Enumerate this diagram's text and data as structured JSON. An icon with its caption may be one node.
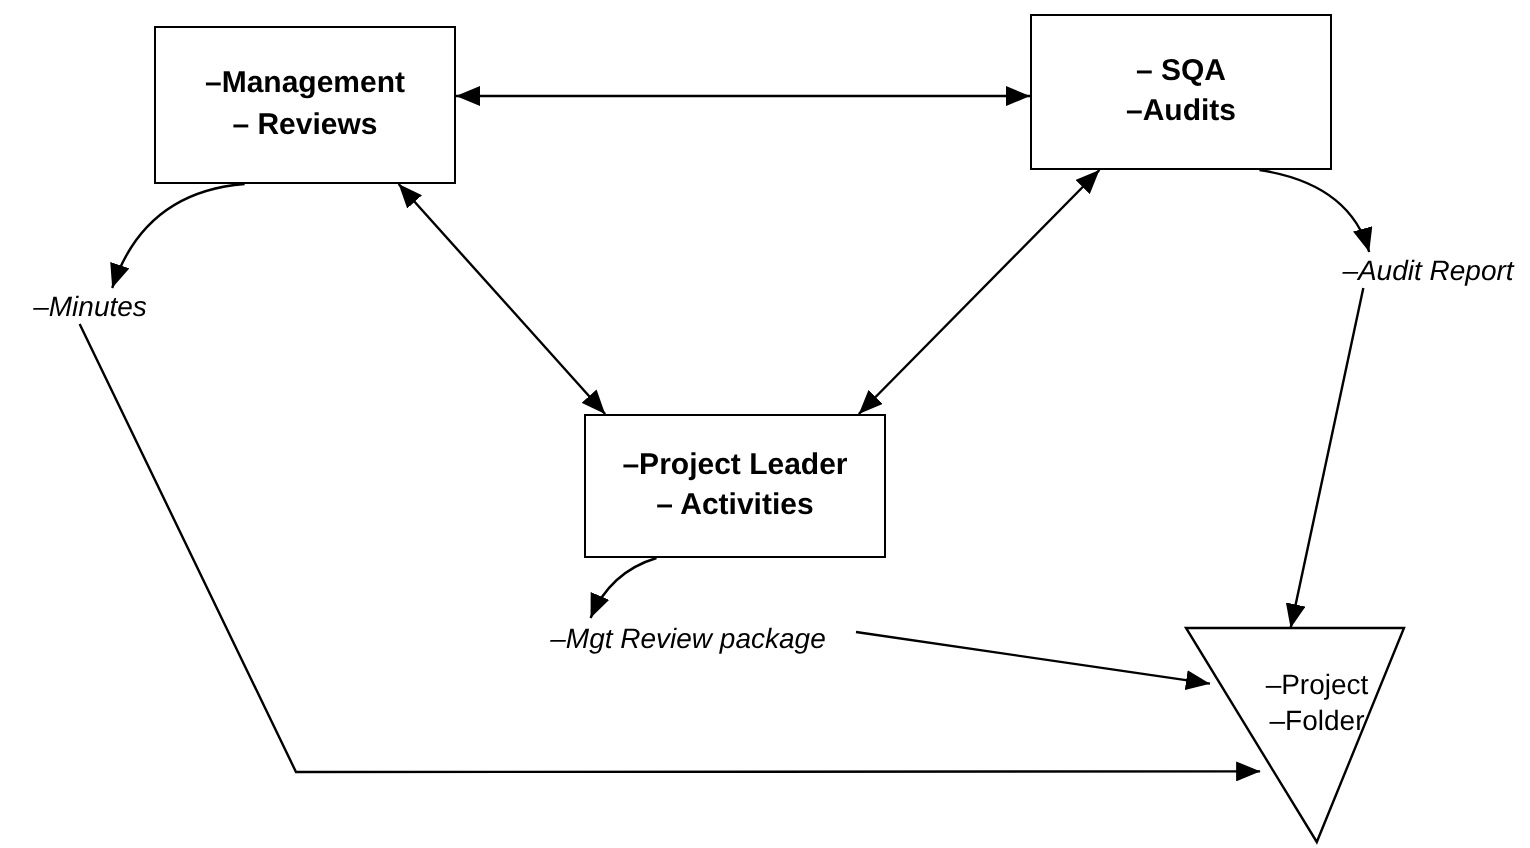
{
  "diagram": {
    "nodes": [
      {
        "text": [
          "–Management",
          "– Reviews"
        ]
      },
      {
        "text": [
          "– SQA",
          "–Audits"
        ]
      },
      {
        "text": [
          "–Project Leader",
          "– Activities"
        ]
      },
      {
        "text": [
          "–Minutes"
        ]
      },
      {
        "text": [
          "–Audit Report"
        ]
      },
      {
        "text": [
          "–Mgt Review package"
        ]
      },
      {
        "text": [
          "–Project",
          "–Folder"
        ]
      }
    ],
    "edges": [
      {
        "from": 0,
        "to": 1,
        "arrow": "both"
      },
      {
        "from": 0,
        "to": 2,
        "arrow": "both"
      },
      {
        "from": 1,
        "to": 2,
        "arrow": "both"
      },
      {
        "from": 0,
        "to": 3,
        "arrow": "to"
      },
      {
        "from": 1,
        "to": 4,
        "arrow": "to"
      },
      {
        "from": 2,
        "to": 5,
        "arrow": "to"
      },
      {
        "from": 3,
        "to": 6,
        "arrow": "to"
      },
      {
        "from": 5,
        "to": 6,
        "arrow": "to"
      },
      {
        "from": 4,
        "to": 6,
        "arrow": "to"
      }
    ]
  }
}
